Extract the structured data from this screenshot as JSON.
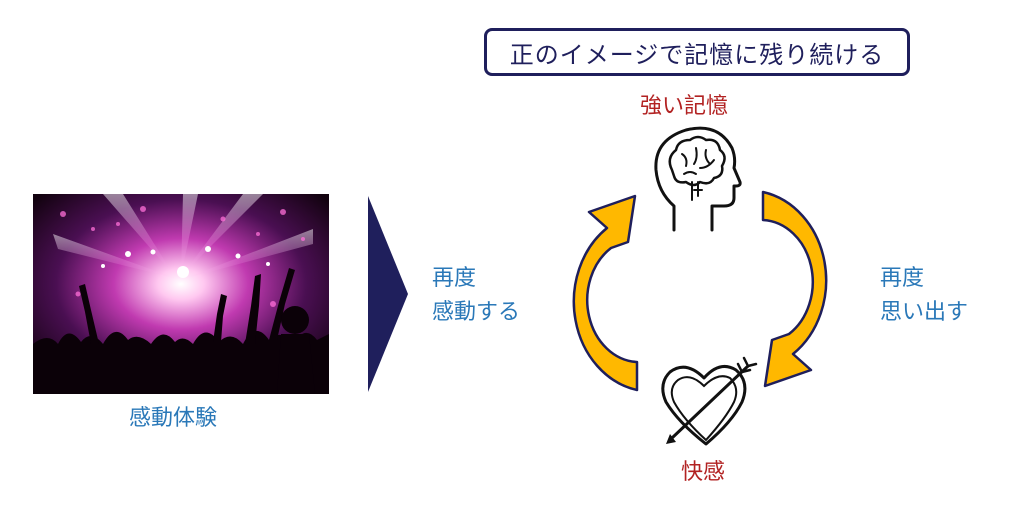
{
  "headline": "正のイメージで記憶に残り続ける",
  "top_node": "強い記憶",
  "bottom_node": "快感",
  "left_arrow_label": [
    "再度",
    "感動する"
  ],
  "right_arrow_label": [
    "再度",
    "思い出す"
  ],
  "photo_caption": "感動体験",
  "icons": {
    "top": "brain-head-icon",
    "bottom": "heart-arrow-icon",
    "photo": "concert-crowd-photo"
  },
  "colors": {
    "navy": "#1f1f5c",
    "arrow_fill": "#ffb800",
    "red": "#b22222",
    "blue": "#2a78b8"
  }
}
